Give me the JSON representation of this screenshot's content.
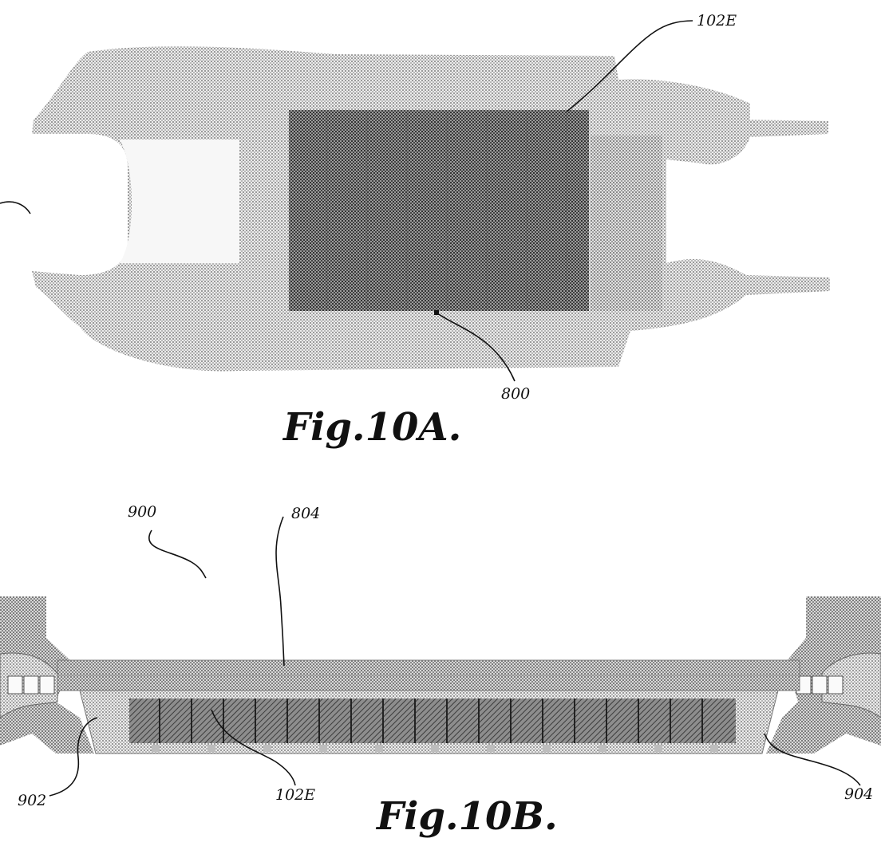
{
  "figures": [
    {
      "caption": "Fig.10A.",
      "labels": {
        "ref_102e": "102E",
        "ref_800": "800"
      }
    },
    {
      "caption": "Fig.10B.",
      "labels": {
        "ref_900": "900",
        "ref_804": "804",
        "ref_902": "902",
        "ref_102e": "102E",
        "ref_904": "904"
      }
    }
  ]
}
